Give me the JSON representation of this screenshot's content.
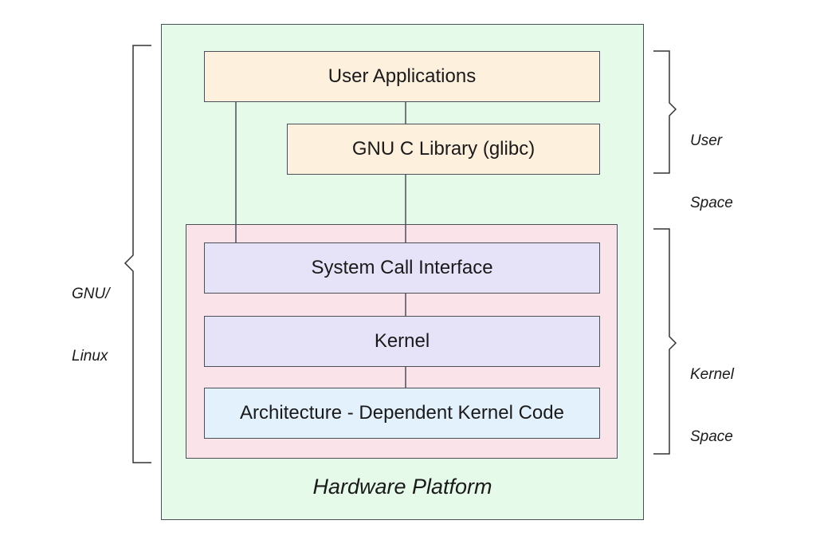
{
  "diagram": {
    "hardware_platform": "Hardware Platform",
    "user_applications": "User Applications",
    "glibc": "GNU C Library (glibc)",
    "system_call_interface": "System Call Interface",
    "kernel": "Kernel",
    "architecture_code": "Architecture - Dependent Kernel Code",
    "user_space": {
      "line1": "User",
      "line2": "Space"
    },
    "kernel_space": {
      "line1": "Kernel",
      "line2": "Space"
    },
    "gnu_linux": {
      "line1": "GNU/",
      "line2": "Linux"
    }
  },
  "colors": {
    "hardware_bg": "#e5fae8",
    "kernel_space_bg": "#fbe3ea",
    "user_box_bg": "#fdf0dd",
    "kernel_box_bg": "#e6e3f9",
    "arch_box_bg": "#e3f1fd",
    "stroke": "#4a4f58"
  }
}
